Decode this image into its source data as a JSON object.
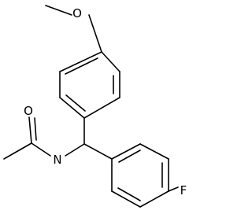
{
  "atoms": {
    "O_methoxy": "O",
    "O_carbonyl": "O",
    "N_amide": "N",
    "F_fluoro": "F"
  }
}
